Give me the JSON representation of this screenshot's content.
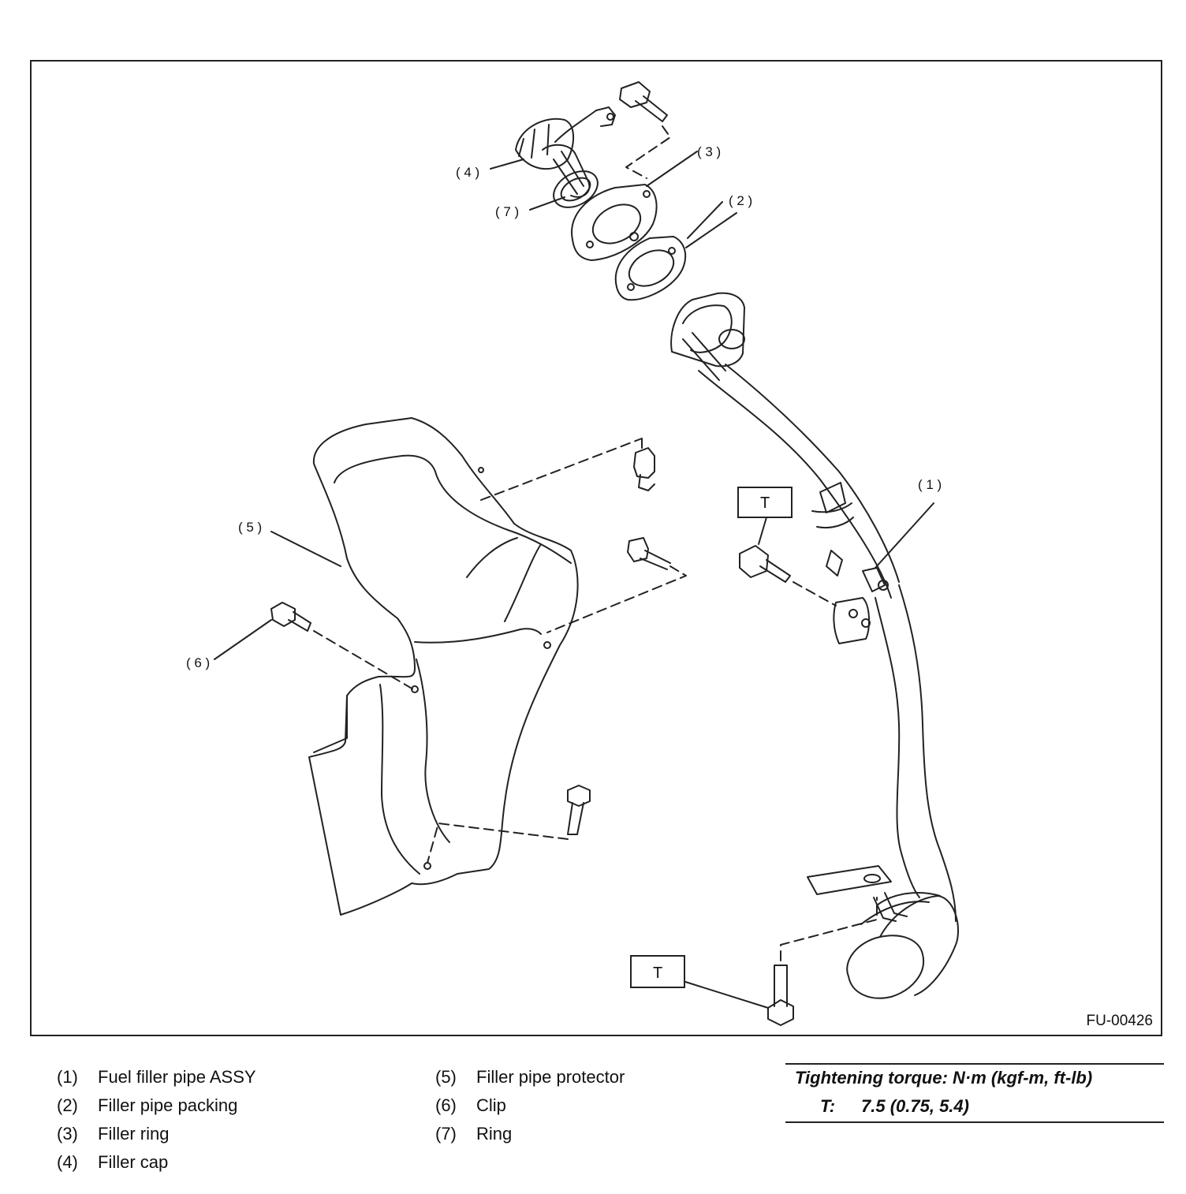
{
  "diagram": {
    "callouts": [
      "( 1 )",
      "( 2 )",
      "( 3 )",
      "( 4 )",
      "( 5 )",
      "( 6 )",
      "( 7 )"
    ],
    "torque_marks": [
      "T",
      "T"
    ],
    "figure_id": "FU-00426"
  },
  "legend": {
    "left": [
      {
        "num": "(1)",
        "label": "Fuel filler pipe ASSY"
      },
      {
        "num": "(2)",
        "label": "Filler pipe packing"
      },
      {
        "num": "(3)",
        "label": "Filler ring"
      },
      {
        "num": "(4)",
        "label": "Filler cap"
      }
    ],
    "right": [
      {
        "num": "(5)",
        "label": "Filler pipe protector"
      },
      {
        "num": "(6)",
        "label": "Clip"
      },
      {
        "num": "(7)",
        "label": "Ring"
      }
    ]
  },
  "torque": {
    "title": "Tightening torque: N·m (kgf-m, ft-lb)",
    "key": "T:",
    "value": "7.5 (0.75, 5.4)"
  }
}
